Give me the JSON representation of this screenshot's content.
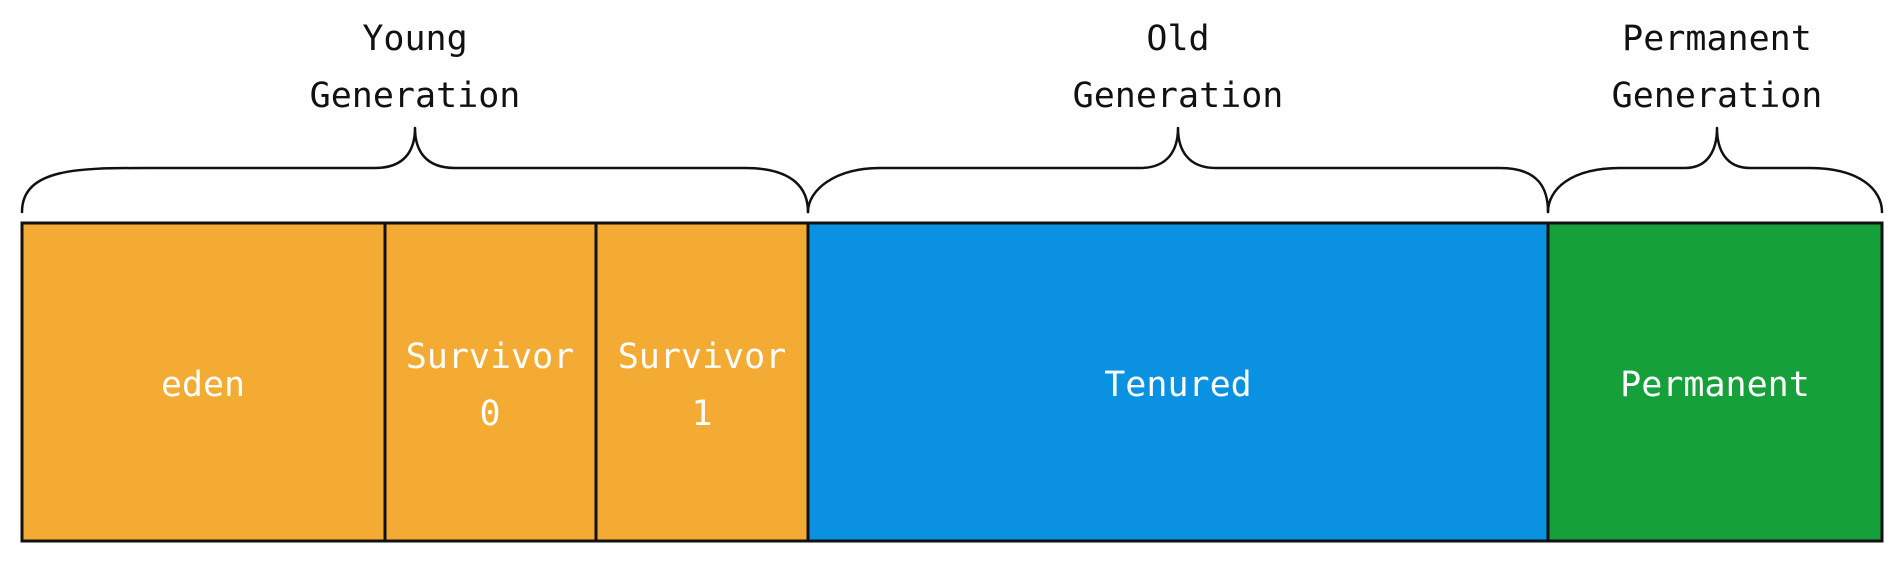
{
  "groups": [
    {
      "id": "young",
      "lines": [
        "Young",
        "Generation"
      ]
    },
    {
      "id": "old",
      "lines": [
        "Old",
        "Generation"
      ]
    },
    {
      "id": "permanent",
      "lines": [
        "Permanent",
        "Generation"
      ]
    }
  ],
  "segments": [
    {
      "id": "eden",
      "lines": [
        "eden"
      ],
      "color": "#F4AB33"
    },
    {
      "id": "survivor-0",
      "lines": [
        "Survivor",
        "0"
      ],
      "color": "#F4AB33"
    },
    {
      "id": "survivor-1",
      "lines": [
        "Survivor",
        "1"
      ],
      "color": "#F4AB33"
    },
    {
      "id": "tenured",
      "lines": [
        "Tenured"
      ],
      "color": "#0A91E2"
    },
    {
      "id": "permanent",
      "lines": [
        "Permanent"
      ],
      "color": "#16A039"
    }
  ],
  "colors": {
    "outline": "#111111",
    "segment_text": "#ffffff",
    "group_text": "#111111"
  }
}
